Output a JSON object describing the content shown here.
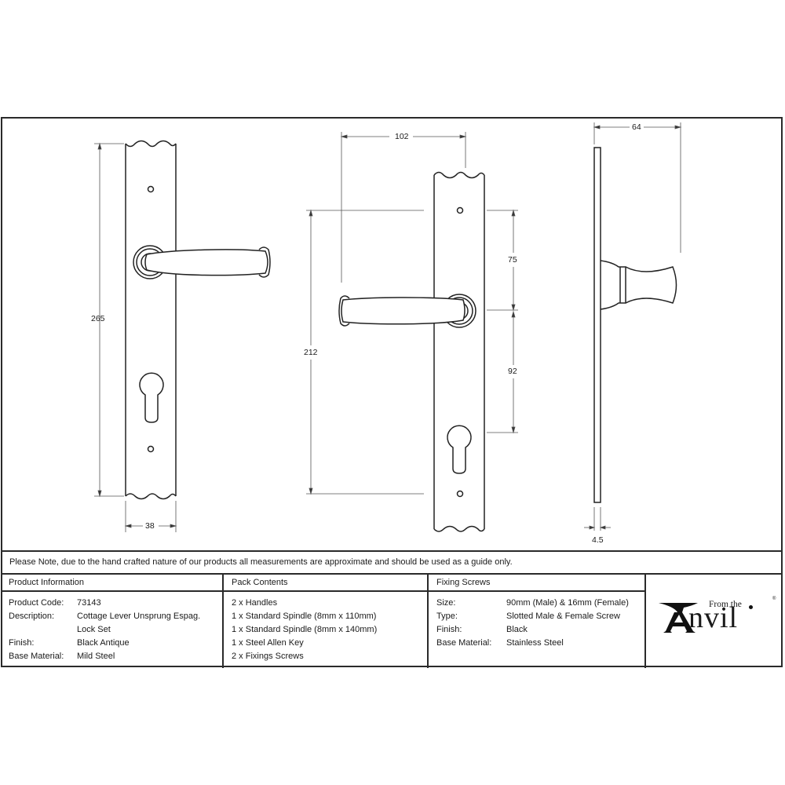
{
  "drawing": {
    "front_view_left": {
      "height_label": "265",
      "width_label": "38"
    },
    "front_view_right": {
      "handle_projection_label": "102",
      "screw_centres_label": "212",
      "top_screw_to_lever_label": "75",
      "lever_to_cylinder_label": "92"
    },
    "side_view": {
      "projection_label": "64",
      "plate_thickness_label": "4.5"
    }
  },
  "note": "Please Note, due to the hand crafted nature of our products all measurements are approximate and should be used as a guide only.",
  "product_information": {
    "heading": "Product Information",
    "rows": [
      {
        "key": "Product Code:",
        "value": "73143"
      },
      {
        "key": "Description:",
        "value": "Cottage Lever Unsprung Espag."
      },
      {
        "key": "",
        "value": "Lock Set"
      },
      {
        "key": "Finish:",
        "value": "Black Antique"
      },
      {
        "key": "Base Material:",
        "value": "Mild Steel"
      }
    ]
  },
  "pack_contents": {
    "heading": "Pack Contents",
    "items": [
      "2 x Handles",
      "1 x Standard Spindle (8mm x 110mm)",
      "1 x Standard Spindle (8mm x 140mm)",
      "1 x Steel Allen Key",
      "2 x Fixings Screws"
    ]
  },
  "fixing_screws": {
    "heading": "Fixing Screws",
    "rows": [
      {
        "key": "Size:",
        "value": "90mm (Male) & 16mm (Female)"
      },
      {
        "key": "Type:",
        "value": "Slotted Male & Female Screw"
      },
      {
        "key": "Finish:",
        "value": "Black"
      },
      {
        "key": "Base Material:",
        "value": "Stainless Steel"
      }
    ]
  },
  "logo": {
    "small_text": "From the",
    "brand_text": "nvil",
    "registered_mark": "®"
  }
}
